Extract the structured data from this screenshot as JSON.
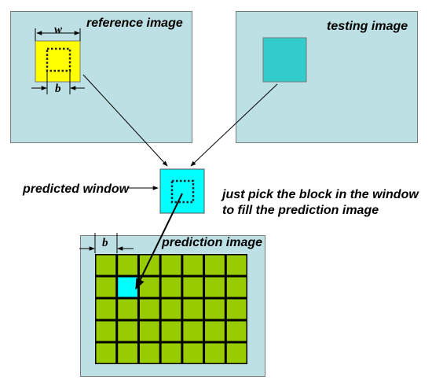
{
  "labels": {
    "reference_image": "reference image",
    "testing_image": "testing image",
    "predicted_window": "predicted window",
    "note_line1": "just pick the block in the window",
    "note_line2": "to fill the prediction image",
    "prediction_image": "prediction image",
    "w": "w",
    "b_reference": "b",
    "b_prediction": "b"
  },
  "grid": {
    "rows": 5,
    "cols": 7,
    "highlight_row": 1,
    "highlight_col": 1
  },
  "colors": {
    "panel": "#bde0e4",
    "reference_block": "#ffff00",
    "testing_block": "#33cccc",
    "predicted_window": "#00ffff",
    "grid_cell": "#99cc00",
    "grid_highlight": "#00ffff"
  }
}
